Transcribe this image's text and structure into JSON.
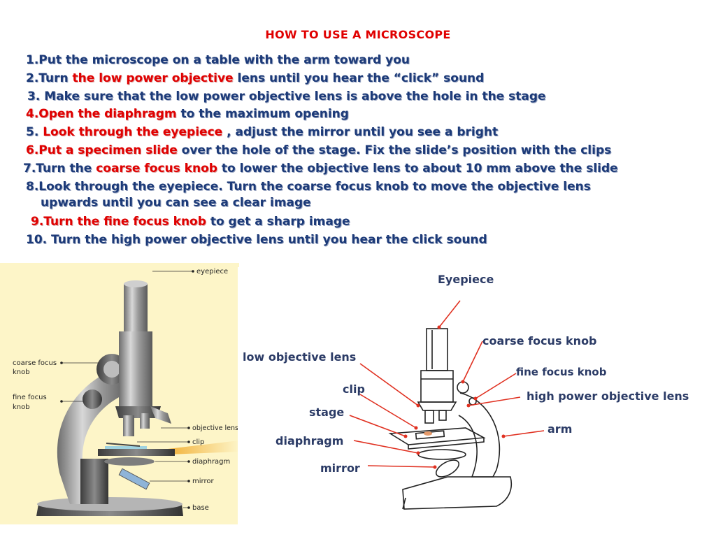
{
  "title": "HOW TO USE A MICROSCOPE",
  "steps": [
    {
      "prefix": "1.Put the microscope on a table with the arm toward you",
      "highlight": "",
      "suffix": ""
    },
    {
      "prefix": "2.Turn ",
      "highlight": "the low power objective",
      "suffix": "  lens until you hear the “click” sound"
    },
    {
      "prefix": "3. Make sure that the low power objective lens is above the hole in the stage",
      "highlight": "",
      "suffix": ""
    },
    {
      "prefix": "",
      "highlight": "4.Open the diaphragm",
      "suffix": " to the maximum opening"
    },
    {
      "prefix": "5. ",
      "highlight": "Look through the eyepiece",
      "suffix": " , adjust the mirror until you see a bright"
    },
    {
      "prefix": "",
      "highlight": "6.Put a specimen slide",
      "suffix": " over the hole of the stage. Fix the slide’s position with the clips"
    },
    {
      "prefix": "7.Turn the ",
      "highlight": "coarse focus knob",
      "suffix": " to lower the objective lens to about 10 mm above the slide"
    },
    {
      "prefix": "8.Look through the eyepiece. Turn the coarse focus knob to move the objective lens",
      "highlight": "",
      "suffix": ""
    },
    {
      "prefix": "upwards until you can see a clear image",
      "highlight": "",
      "suffix": ""
    },
    {
      "prefix": "",
      "highlight": "9.Turn the fine focus knob",
      "suffix": " to get a sharp image"
    },
    {
      "prefix": "10. Turn the high power objective lens until you hear the click sound",
      "highlight": "",
      "suffix": ""
    }
  ],
  "left_figure": {
    "labels": {
      "eyepiece": "eyepiece",
      "coarse_1": "coarse focus",
      "coarse_2": "knob",
      "fine_1": "fine focus",
      "fine_2": "knob",
      "objective": "objective lens",
      "clip": "clip",
      "diaphragm": "diaphragm",
      "mirror": "mirror",
      "base": "base"
    }
  },
  "right_figure": {
    "labels": {
      "eyepiece": "Eyepiece",
      "coarse": "coarse focus knob",
      "fine": "fine focus knob",
      "low_obj": "low objective lens",
      "clip": "clip",
      "high_obj": "high power objective lens",
      "stage": "stage",
      "arm": "arm",
      "diaphragm": "diaphragm",
      "mirror": "mirror"
    }
  },
  "colors": {
    "title": "#e00000",
    "step_text": "#1c3a78",
    "highlight": "#e00000",
    "arrow": "#e03020",
    "panel": "#fdf5c8"
  }
}
